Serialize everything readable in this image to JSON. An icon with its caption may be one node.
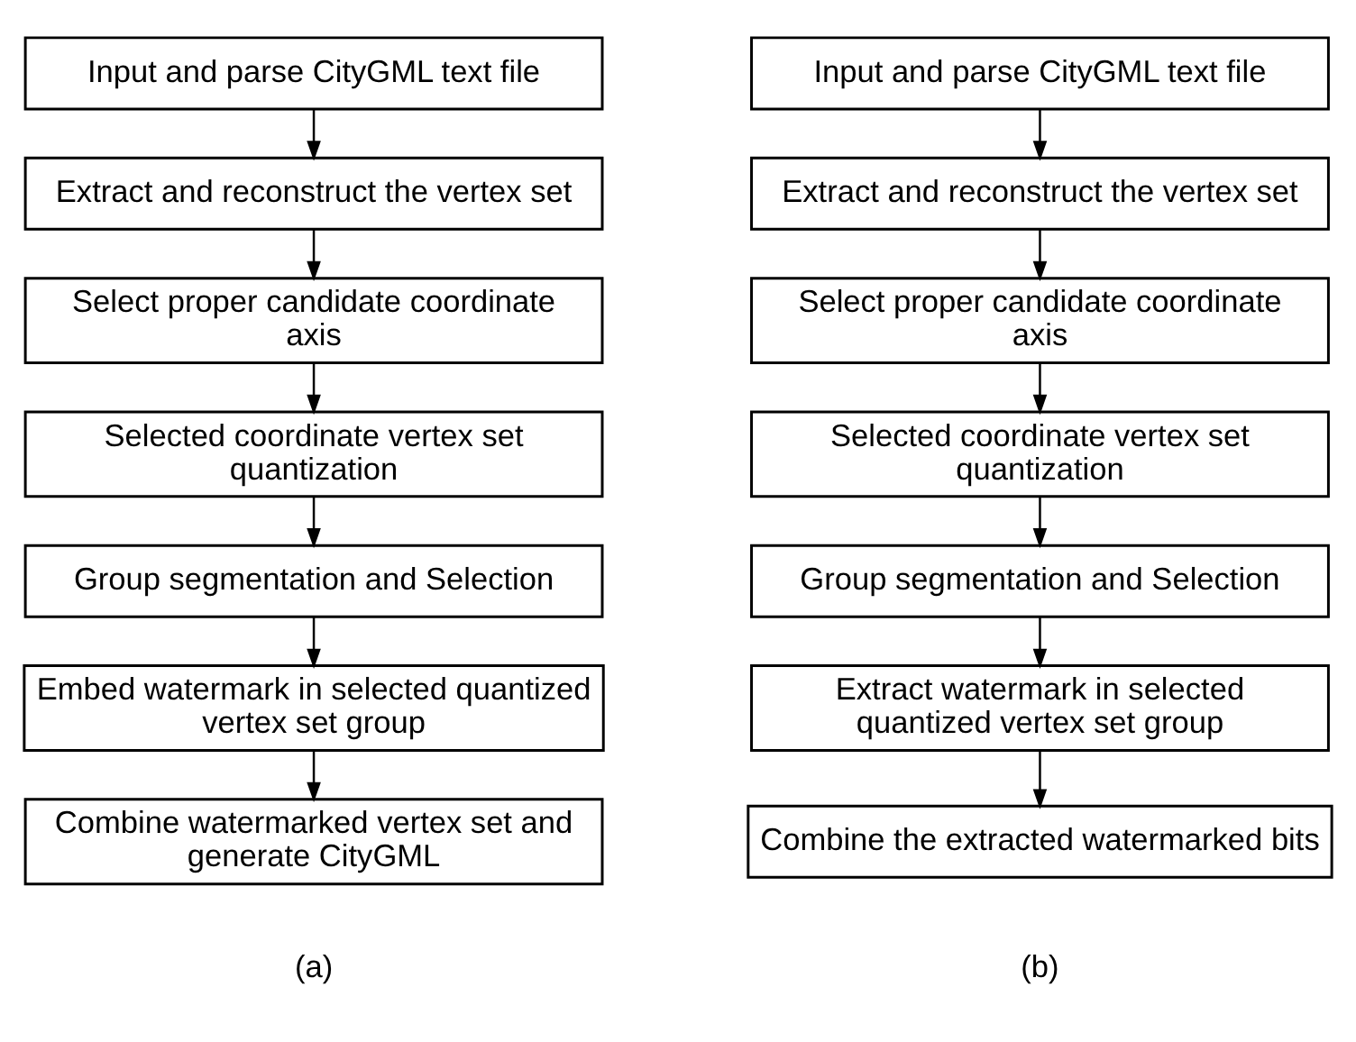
{
  "diagram": {
    "nodes": [
      {
        "text": [
          "Input and parse CityGML text file"
        ]
      },
      {
        "text": [
          "Extract and reconstruct the vertex set"
        ]
      },
      {
        "text": [
          "Select proper candidate coordinate axis"
        ]
      },
      {
        "text": [
          "Selected coordinate vertex set quantization"
        ]
      },
      {
        "text": [
          "Group segmentation and Selection"
        ]
      },
      {
        "text": [
          "Embed watermark in selected quantized vertex set group"
        ]
      },
      {
        "text": [
          "Combine watermarked vertex set and generate CityGML"
        ]
      },
      {
        "text": [
          "Input and parse CityGML text file"
        ]
      },
      {
        "text": [
          "Extract and reconstruct the vertex set"
        ]
      },
      {
        "text": [
          "Select proper candidate coordinate axis"
        ]
      },
      {
        "text": [
          "Selected coordinate vertex set quantization"
        ]
      },
      {
        "text": [
          "Group segmentation and Selection"
        ]
      },
      {
        "text": [
          "Extract watermark in selected quantized vertex set group"
        ]
      },
      {
        "text": [
          "Combine the extracted watermarked bits"
        ]
      }
    ],
    "edges": [
      {
        "from": 0,
        "to": 1,
        "arrow": "to"
      },
      {
        "from": 1,
        "to": 2,
        "arrow": "to"
      },
      {
        "from": 2,
        "to": 3,
        "arrow": "to"
      },
      {
        "from": 3,
        "to": 4,
        "arrow": "to"
      },
      {
        "from": 4,
        "to": 5,
        "arrow": "to"
      },
      {
        "from": 5,
        "to": 6,
        "arrow": "to"
      },
      {
        "from": 7,
        "to": 8,
        "arrow": "to"
      },
      {
        "from": 8,
        "to": 9,
        "arrow": "to"
      },
      {
        "from": 9,
        "to": 10,
        "arrow": "to"
      },
      {
        "from": 10,
        "to": 11,
        "arrow": "to"
      },
      {
        "from": 11,
        "to": 12,
        "arrow": "to"
      },
      {
        "from": 12,
        "to": 13,
        "arrow": "to"
      }
    ],
    "labels": [
      "(a)",
      "(b)"
    ]
  }
}
